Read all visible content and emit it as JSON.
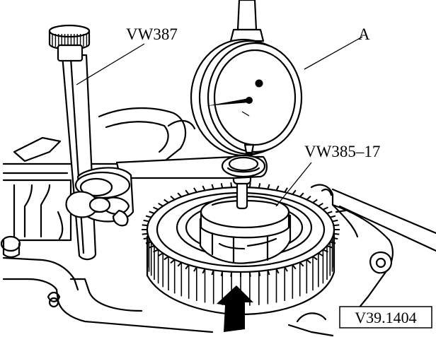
{
  "labels": {
    "tool_vw387": "VW387",
    "dial_gauge": "A",
    "tool_vw385_17": "VW385–17"
  },
  "figure_ref": "V39.1404",
  "icons": {
    "arrow": "up-right-arrow-icon"
  },
  "colors": {
    "ink": "#000000",
    "paper": "#ffffff"
  }
}
